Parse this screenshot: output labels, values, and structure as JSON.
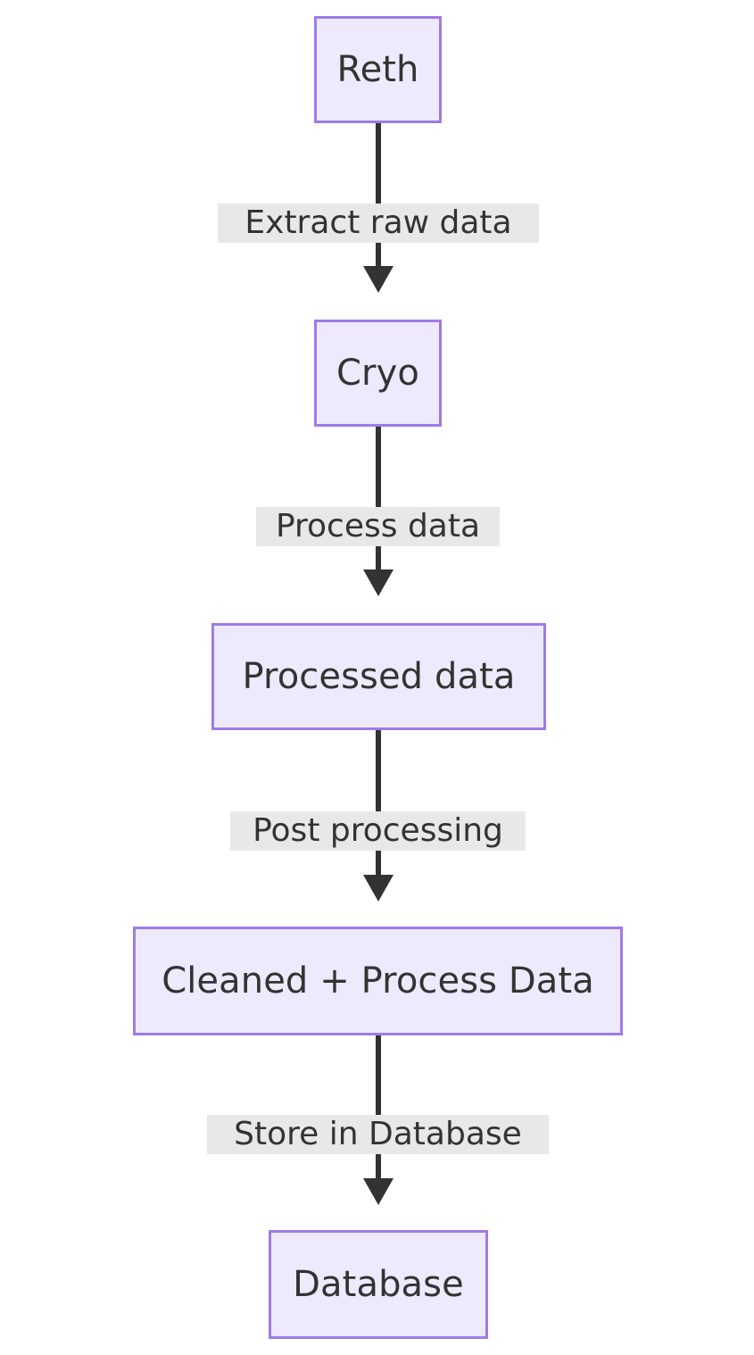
{
  "diagram": {
    "type": "flowchart",
    "direction": "top-to-bottom",
    "theme": {
      "node_fill": "#ECEAFC",
      "node_border": "#9E7BE8",
      "node_text": "#333333",
      "edge_line": "#333333",
      "edge_label_background": "#E8E8E8",
      "edge_label_text": "#333333",
      "canvas_background": "#FFFFFF"
    },
    "nodes": [
      {
        "id": "reth",
        "label": "Reth"
      },
      {
        "id": "cryo",
        "label": "Cryo"
      },
      {
        "id": "processed",
        "label": "Processed data"
      },
      {
        "id": "cleaned",
        "label": "Cleaned + Process Data"
      },
      {
        "id": "database",
        "label": "Database"
      }
    ],
    "edges": [
      {
        "from": "reth",
        "to": "cryo",
        "label": "Extract raw data"
      },
      {
        "from": "cryo",
        "to": "processed",
        "label": "Process data"
      },
      {
        "from": "processed",
        "to": "cleaned",
        "label": "Post processing"
      },
      {
        "from": "cleaned",
        "to": "database",
        "label": "Store in Database"
      }
    ]
  }
}
